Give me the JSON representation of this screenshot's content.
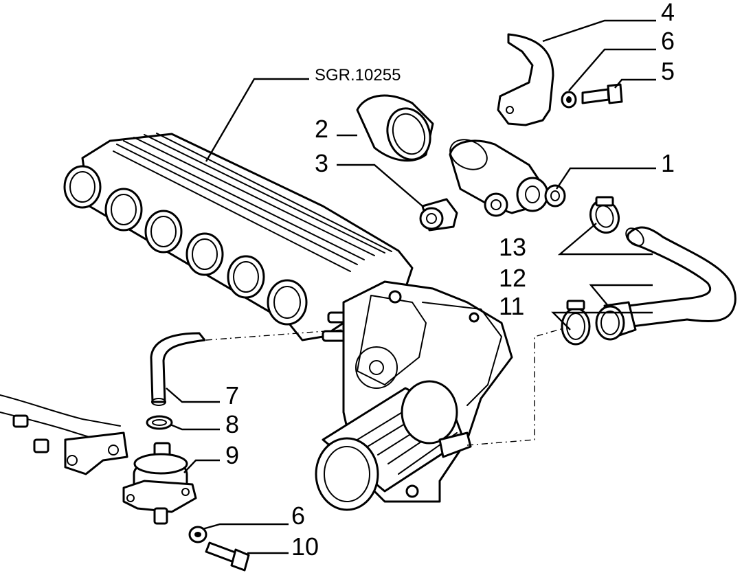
{
  "diagram": {
    "reference_code": "SGR.10255",
    "callouts": [
      {
        "id": "c4",
        "label": "4"
      },
      {
        "id": "c6a",
        "label": "6"
      },
      {
        "id": "c5",
        "label": "5"
      },
      {
        "id": "c2",
        "label": "2"
      },
      {
        "id": "c3",
        "label": "3"
      },
      {
        "id": "c1",
        "label": "1"
      },
      {
        "id": "c13",
        "label": "13"
      },
      {
        "id": "c12",
        "label": "12"
      },
      {
        "id": "c11",
        "label": "11"
      },
      {
        "id": "c7",
        "label": "7"
      },
      {
        "id": "c8",
        "label": "8"
      },
      {
        "id": "c9",
        "label": "9"
      },
      {
        "id": "c6b",
        "label": "6"
      },
      {
        "id": "c10",
        "label": "10"
      }
    ]
  }
}
